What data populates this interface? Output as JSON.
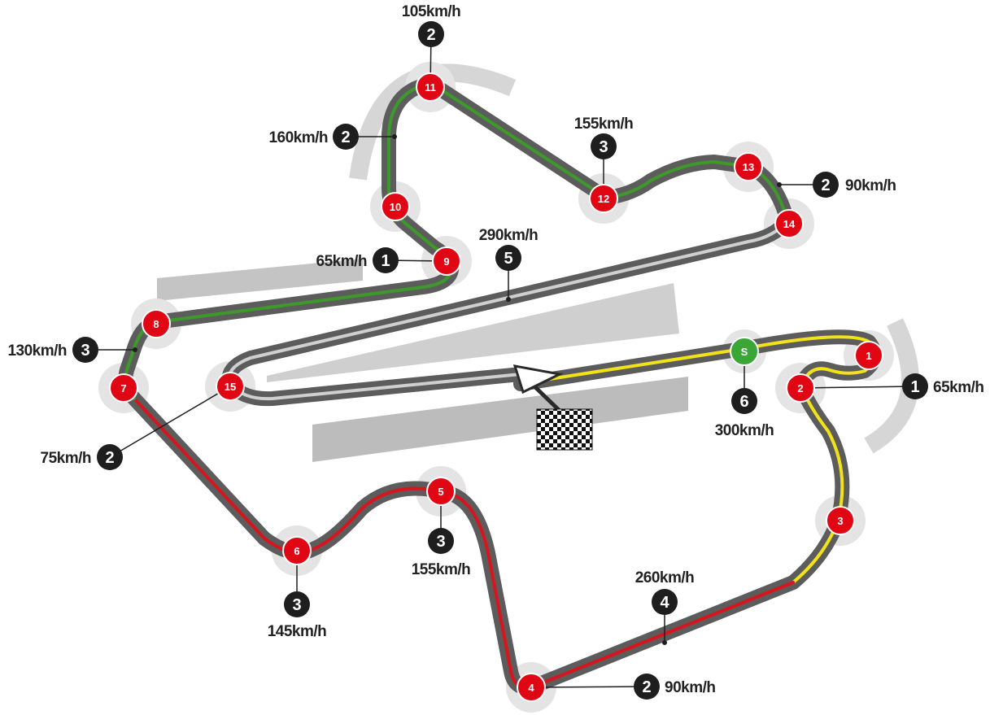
{
  "colors": {
    "asphalt": "#5b5b5b",
    "sector_1": "#f2e21a",
    "sector_2": "#d8141c",
    "sector_3": "#3d9a2a",
    "pit_lane": "#cfcfcf",
    "turn_marker": "#e10613",
    "start_marker": "#3aa635",
    "gear_badge": "#1e1e1e",
    "runoff": "#d6d6d6"
  },
  "start_marker": {
    "label": "S"
  },
  "turns": [
    {
      "number": "1"
    },
    {
      "number": "2"
    },
    {
      "number": "3"
    },
    {
      "number": "4"
    },
    {
      "number": "5"
    },
    {
      "number": "6"
    },
    {
      "number": "7"
    },
    {
      "number": "8"
    },
    {
      "number": "9"
    },
    {
      "number": "10"
    },
    {
      "number": "11"
    },
    {
      "number": "12"
    },
    {
      "number": "13"
    },
    {
      "number": "14"
    },
    {
      "number": "15"
    }
  ],
  "speed_callouts": [
    {
      "gear": "1",
      "speed": "65km/h"
    },
    {
      "gear": "1",
      "speed": "65km/h"
    },
    {
      "gear": "2",
      "speed": "90km/h"
    },
    {
      "gear": "2",
      "speed": "90km/h"
    },
    {
      "gear": "2",
      "speed": "75km/h"
    },
    {
      "gear": "2",
      "speed": "105km/h"
    },
    {
      "gear": "2",
      "speed": "160km/h"
    },
    {
      "gear": "3",
      "speed": "130km/h"
    },
    {
      "gear": "3",
      "speed": "145km/h"
    },
    {
      "gear": "3",
      "speed": "155km/h"
    },
    {
      "gear": "3",
      "speed": "155km/h"
    },
    {
      "gear": "4",
      "speed": "260km/h"
    },
    {
      "gear": "5",
      "speed": "290km/h"
    },
    {
      "gear": "6",
      "speed": "300km/h"
    }
  ]
}
